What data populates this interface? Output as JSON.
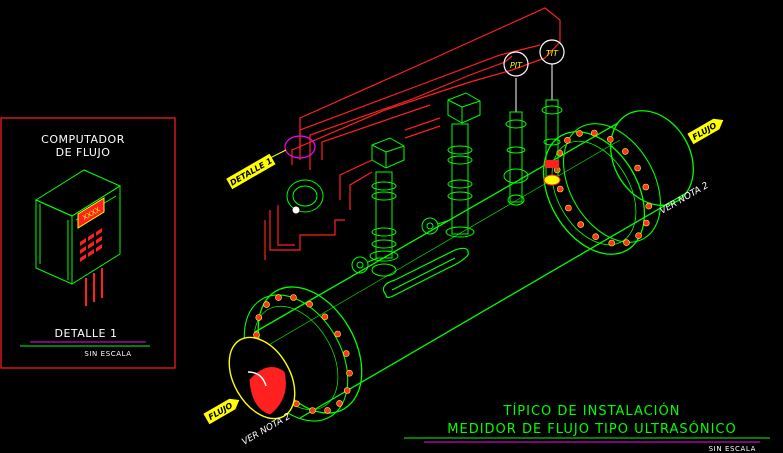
{
  "detail_panel": {
    "title_line1": "COMPUTADOR",
    "title_line2": "DE FLUJO",
    "display_text": "XXXX",
    "detail_label": "DETALLE 1",
    "scale_label": "SIN ESCALA"
  },
  "callouts": {
    "detail_ref": "DETALLE 1",
    "flow_in": "FLUJO",
    "flow_out": "FLUJO",
    "note_top": "VER NOTA 2",
    "note_bottom": "VER NOTA 2"
  },
  "instruments": {
    "pit": "PIT",
    "tit": "TIT"
  },
  "title_block": {
    "line1": "TÍPICO DE INSTALACIÓN",
    "line2": "MEDIDOR DE FLUJO TIPO ULTRASÓNICO",
    "scale": "SIN ESCALA"
  },
  "colors": {
    "background": "#000000",
    "pipe": "#00ff00",
    "signal_wiring": "#ff2020",
    "flange_bolts": "#ff3030",
    "magenta": "#ff00ff",
    "text_title": "#00ff00",
    "text_white": "#ffffff",
    "callout_fill": "#ffff00",
    "frame": "#ff2020"
  }
}
